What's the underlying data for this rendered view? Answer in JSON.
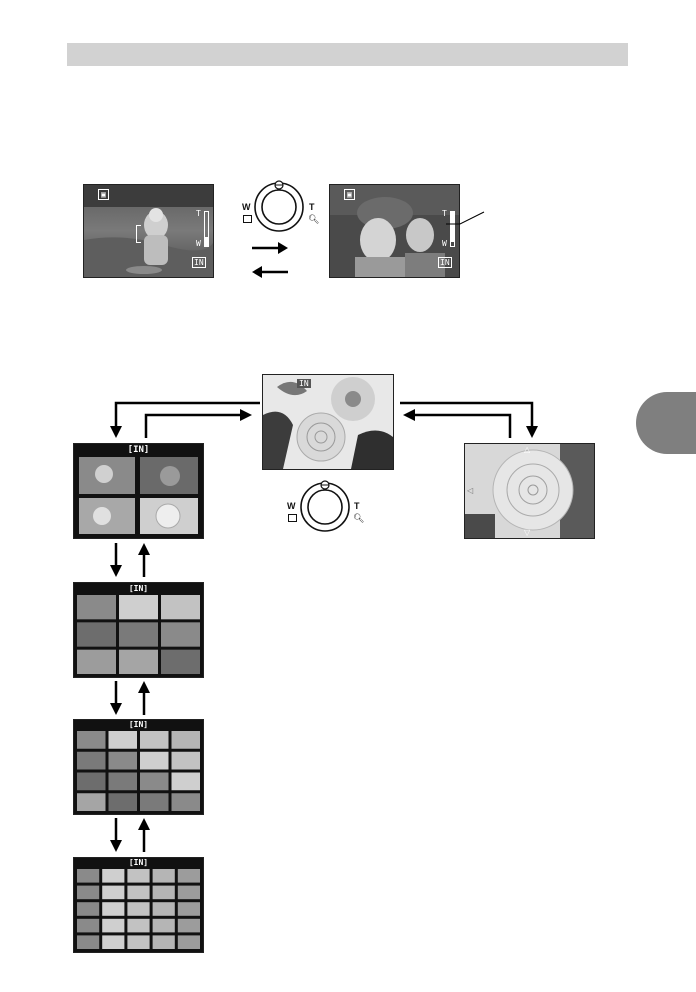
{
  "zoom_example": {
    "wide_label": "W",
    "tele_label": "T",
    "memory_label": "IN",
    "scale_top": "T",
    "scale_bottom": "W"
  },
  "playback": {
    "index_label": "[IN]",
    "single_label": "IN",
    "dial_wide_label": "W",
    "dial_tele_label": "T"
  }
}
